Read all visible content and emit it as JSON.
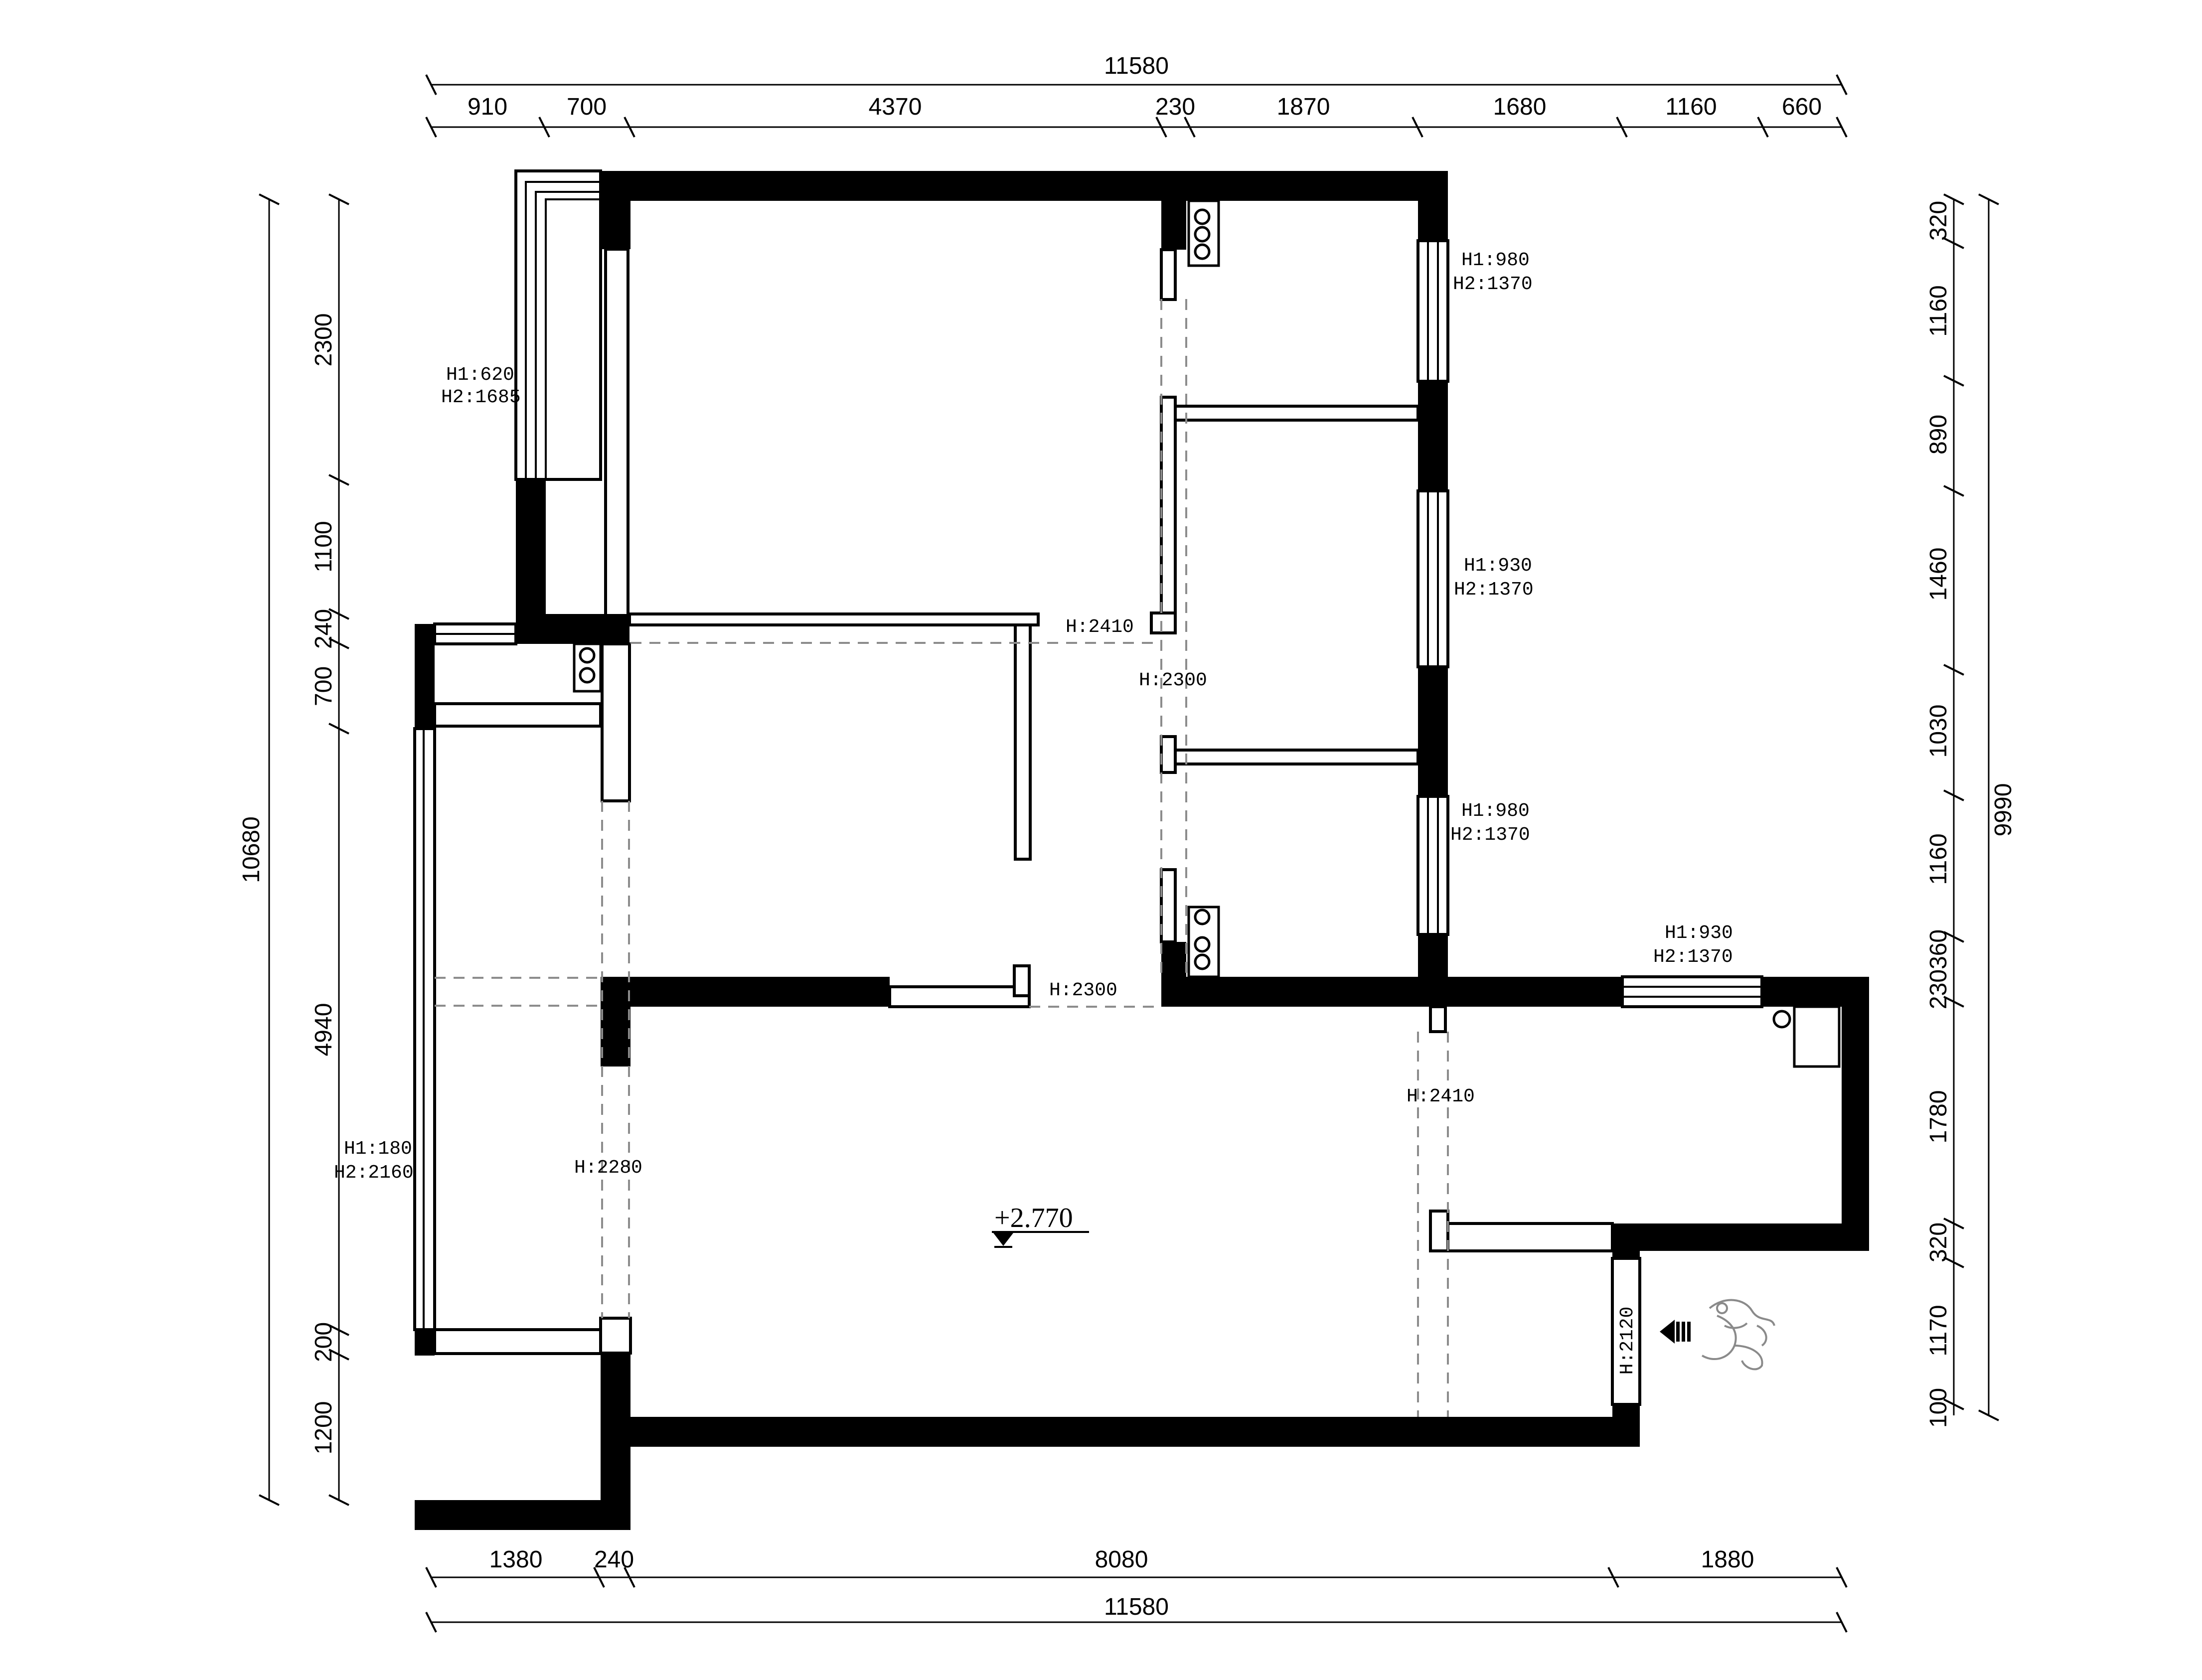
{
  "dimensions": {
    "top_total": "11580",
    "top_segments": [
      "910",
      "700",
      "4370",
      "230",
      "1870",
      "1680",
      "1160",
      "660"
    ],
    "bottom_total": "11580",
    "bottom_segments": [
      "1380",
      "240",
      "8080",
      "1880"
    ],
    "left_total": "10680",
    "left_segments": [
      "2300",
      "1100",
      "240",
      "700",
      "4940",
      "200",
      "1200"
    ],
    "right_total": "9990",
    "right_segments": [
      "320",
      "1160",
      "890",
      "1460",
      "1030",
      "1160",
      "230360",
      "1780",
      "320",
      "1170",
      "100"
    ]
  },
  "windows": {
    "w_left_top": {
      "h1": "H1:620",
      "h2": "H2:1685"
    },
    "w_right_1": {
      "h1": "H1:980",
      "h2": "H2:1370"
    },
    "w_right_2": {
      "h1": "H1:930",
      "h2": "H2:1370"
    },
    "w_right_3": {
      "h1": "H1:980",
      "h2": "H2:1370"
    },
    "w_kitchen": {
      "h1": "H1:930",
      "h2": "H2:1370"
    },
    "w_balcony": {
      "h1": "H1:180",
      "h2": "H2:2160"
    }
  },
  "openings": {
    "o_corridor": "H:2410",
    "o_hall_v": "H:2300",
    "o_living_top": "H:2300",
    "o_living_left": "H:2280",
    "o_kitchen": "H:2410",
    "o_entry": "H:2120"
  },
  "floor_level": "+2.770"
}
